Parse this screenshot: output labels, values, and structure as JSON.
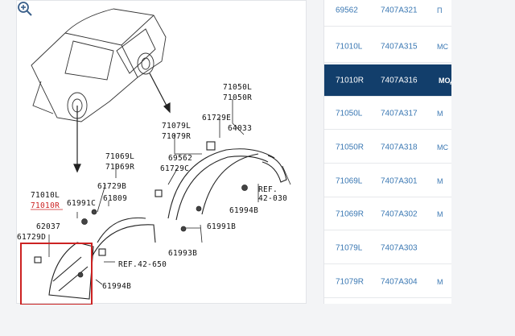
{
  "diagram": {
    "labels": {
      "p71050L": "71050L",
      "p71050R": "71050R",
      "p71079L": "71079L",
      "p71079R": "71079R",
      "p61729E": "61729E",
      "p64033": "64033",
      "p69562": "69562",
      "p61729C": "61729C",
      "p71069L": "71069L",
      "p71069R": "71069R",
      "p61729B": "61729B",
      "p61809": "61809",
      "p71010L": "71010L",
      "p71010R": "71010R",
      "p61991C": "61991C",
      "p62037": "62037",
      "p61729D": "61729D",
      "ref42650": "REF.42-650",
      "p61994B_a": "61994B",
      "p61994B_b": "61994B",
      "ref42030a": "REF.",
      "ref42030b": "42-030",
      "p61991B": "61991B",
      "p61993B": "61993B"
    },
    "zoom_icon": "zoom-in-icon",
    "highlight_color": "#cc2222"
  },
  "parts_list": {
    "rows": [
      {
        "code": "69562",
        "part": "7407A321",
        "extra": "П"
      },
      {
        "code": "71010L",
        "part": "7407A315",
        "extra": "МС"
      },
      {
        "code": "71010R",
        "part": "7407A316",
        "extra": "МОД",
        "selected": true
      },
      {
        "code": "71050L",
        "part": "7407A317",
        "extra": "М"
      },
      {
        "code": "71050R",
        "part": "7407A318",
        "extra": "МС"
      },
      {
        "code": "71069L",
        "part": "7407A301",
        "extra": "М"
      },
      {
        "code": "71069R",
        "part": "7407A302",
        "extra": "М"
      },
      {
        "code": "71079L",
        "part": "7407A303",
        "extra": ""
      },
      {
        "code": "71079R",
        "part": "7407A304",
        "extra": "М"
      }
    ]
  },
  "colors": {
    "selected_row_bg": "#123e6b",
    "link": "#3b78b3"
  }
}
